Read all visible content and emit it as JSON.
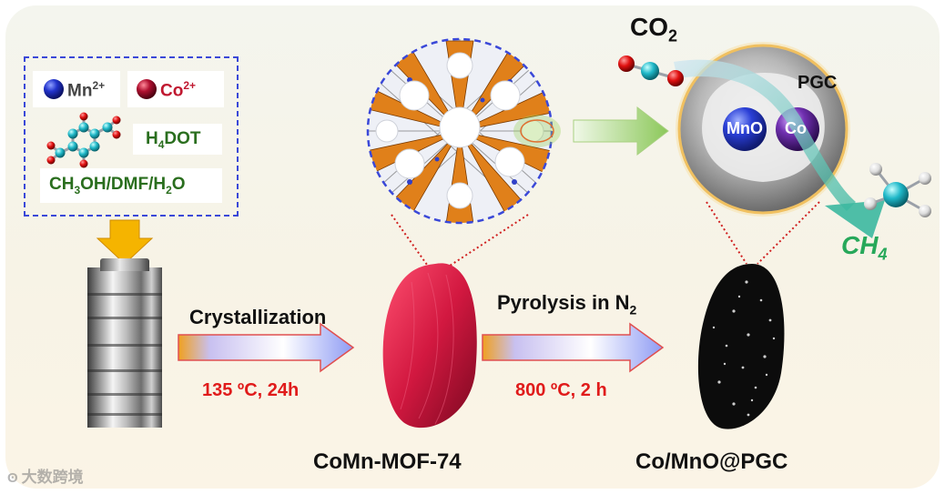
{
  "reagents": {
    "mn_ion": "Mn",
    "mn_charge": "2+",
    "co_ion": "Co",
    "co_charge": "2+",
    "linker_pre": "H",
    "linker_sub": "4",
    "linker_post": "DOT",
    "solvent_p1": "CH",
    "solvent_s1": "3",
    "solvent_p2": "OH/DMF/H",
    "solvent_s2": "2",
    "solvent_p3": "O"
  },
  "step1": {
    "label": "Crystallization",
    "condition": "135 ºC, 24h"
  },
  "step2": {
    "label_pre": "Pyrolysis in N",
    "label_sub": "2",
    "condition": "800 ºC, 2 h"
  },
  "products": {
    "mof": "CoMn-MOF-74",
    "composite": "Co/MnO@PGC"
  },
  "core": {
    "shell": "PGC",
    "mno": "MnO",
    "co": "Co"
  },
  "gas": {
    "in_pre": "CO",
    "in_sub": "2",
    "out_pre": "CH",
    "out_sub": "4"
  },
  "watermark": "大数跨境",
  "colors": {
    "dashed_border": "#3a48d8",
    "mn_sphere": "#2233cc",
    "co_sphere": "#b01030",
    "label_green": "#2a6e1e",
    "condition_red": "#e01b1b",
    "mof_particle": "#d21840",
    "ch4_green": "#27a85a",
    "arrow_yellow": "#f5b400",
    "shell_gold": "#f0c060"
  }
}
